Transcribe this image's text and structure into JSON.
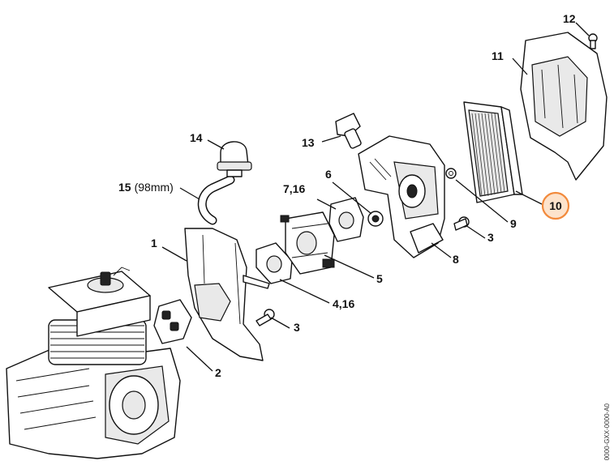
{
  "labels": {
    "p1": "1",
    "p2": "2",
    "p3a": "3",
    "p3b": "3",
    "p4_16": "4,16",
    "p5": "5",
    "p6": "6",
    "p7_16": "7,16",
    "p8": "8",
    "p9": "9",
    "p10": "10",
    "p11": "11",
    "p12": "12",
    "p13": "13",
    "p14": "14",
    "p15": "15",
    "p15_note": "(98mm)"
  },
  "highlight": {
    "part": "10",
    "color": "#f28a3c",
    "fill": "#fde3cc"
  },
  "drawing_code": "0000-GXX-0000-A0"
}
